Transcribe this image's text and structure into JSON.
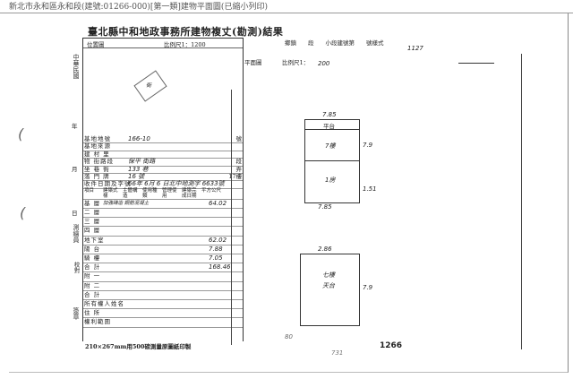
{
  "caption": "新北市永和區永和段(建號:01266-000)[第一類]建物平面圖(已縮小列印)",
  "title": "臺北縣中和地政事務所建物複丈(勘測)結果",
  "location_map": {
    "label": "位置圖",
    "scale": "比例尺1：1200",
    "sketch_note": "街"
  },
  "side_labels": {
    "era": "中華民國",
    "year": "年",
    "month": "月",
    "day": "日",
    "surveyor": "測繪員",
    "checker": "校對",
    "stamp": "簽章"
  },
  "rows": [
    {
      "label": "基地地號",
      "value": "166-10",
      "right": "號"
    },
    {
      "label": "基地來源",
      "value": "",
      "right": ""
    },
    {
      "label": "建 村 里",
      "value": "",
      "right": ""
    },
    {
      "label": "物 街路段",
      "value": "保平 街路",
      "right": "段"
    },
    {
      "label": "坐 巷 衖",
      "value": "133 巷",
      "right": "弄"
    },
    {
      "label": "落 門 牌",
      "value": "16 號",
      "right": "17樓"
    },
    {
      "label": "收件日期及字號",
      "value": "66年 6月 6 日北中地測字 6633號",
      "right": ""
    }
  ],
  "header_cols": [
    "項目",
    "建築式樣",
    "主體構造",
    "使用種類",
    "管理使用",
    "建築完成日期",
    "平方公尺"
  ],
  "floors": [
    {
      "label": "基 層",
      "value": "加強磚造 鋼筋混凝土",
      "area": "64.02"
    },
    {
      "label": "二 層",
      "value": "",
      "area": ""
    },
    {
      "label": "三 層",
      "value": "",
      "area": ""
    },
    {
      "label": "四 層",
      "value": "",
      "area": ""
    },
    {
      "label": "地下室",
      "value": "",
      "area": "62.02"
    },
    {
      "label": "陽 台",
      "value": "",
      "area": "7.88"
    },
    {
      "label": "騎 樓",
      "value": "",
      "area": "7.05"
    },
    {
      "label": "合 計",
      "value": "",
      "area": "168.46"
    },
    {
      "label": "附 一",
      "value": "",
      "area": ""
    },
    {
      "label": "附 二",
      "value": "",
      "area": ""
    },
    {
      "label": "合 計",
      "value": "",
      "area": ""
    },
    {
      "label": "所有權人姓名",
      "value": "",
      "area": ""
    },
    {
      "label": "住 所",
      "value": "",
      "area": ""
    },
    {
      "label": "權利範圍",
      "value": "",
      "area": ""
    }
  ],
  "footer": "210×267mm用500磅測量原圖紙印製",
  "plan": {
    "header": "鄉鎮　　段　　小段建號第　　號樣式",
    "label": "平面圖",
    "scale": "比例尺1：",
    "scale_value": "200",
    "bldg_no": "1127",
    "top_rect": {
      "width": "7.85",
      "label1": "平台",
      "label2": "7樓",
      "label3": "1房",
      "dim_right": "7.9",
      "dim_right2": "1.51",
      "bottom": "7.85"
    },
    "bottom_rect": {
      "width": "2.86",
      "label1": "七樓",
      "label2": "天台",
      "dim_right": "7.9"
    },
    "bottom_notes": [
      "80",
      "731",
      "1266"
    ]
  }
}
